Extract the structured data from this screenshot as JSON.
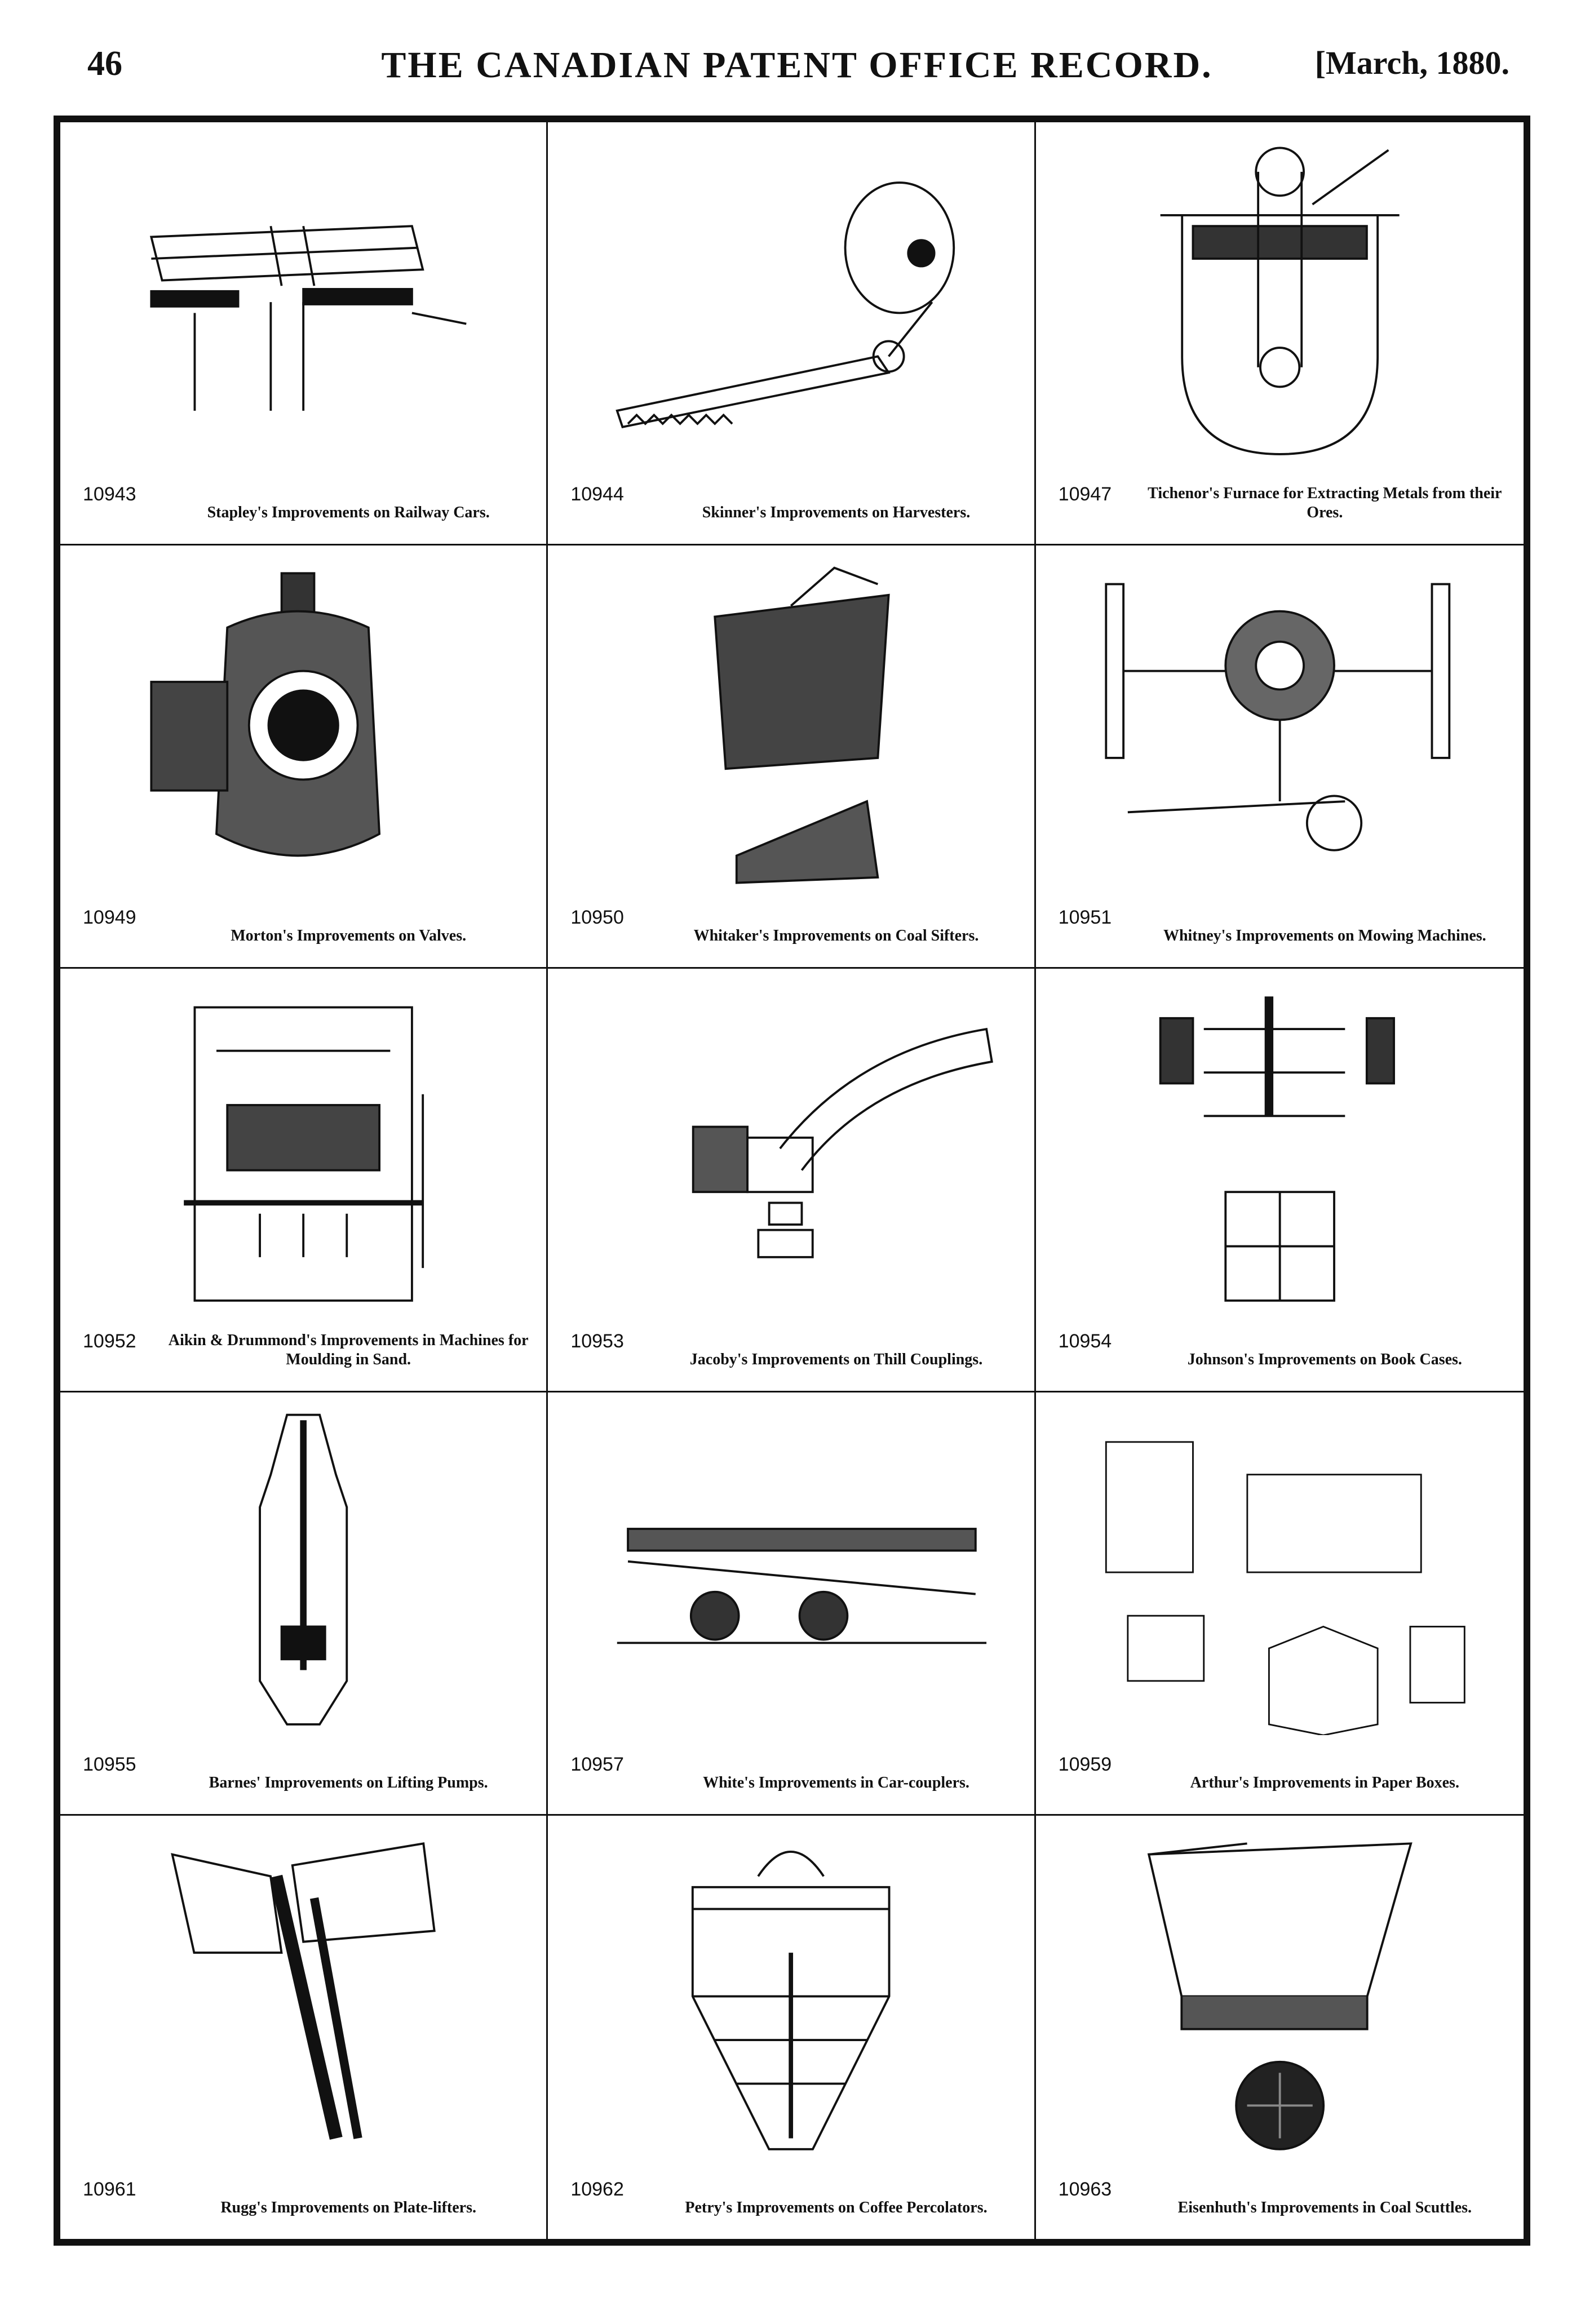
{
  "header": {
    "page_number": "46",
    "title": "THE CANADIAN PATENT OFFICE RECORD.",
    "date": "[March, 1880."
  },
  "patents": [
    {
      "number": "10943",
      "caption": "Stapley's Improvements on Railway Cars.",
      "icon": "railway-car-drawing"
    },
    {
      "number": "10944",
      "caption": "Skinner's Improvements on Harvesters.",
      "icon": "harvester-drawing"
    },
    {
      "number": "10947",
      "caption": "Tichenor's Furnace for Extracting Metals from their Ores.",
      "icon": "furnace-drawing"
    },
    {
      "number": "10949",
      "caption": "Morton's Improvements on Valves.",
      "icon": "valve-drawing"
    },
    {
      "number": "10950",
      "caption": "Whitaker's Improvements on Coal Sifters.",
      "icon": "coal-sifter-drawing"
    },
    {
      "number": "10951",
      "caption": "Whitney's Improvements on Mowing Machines.",
      "icon": "mowing-machine-drawing"
    },
    {
      "number": "10952",
      "caption": "Aikin & Drummond's Improvements in Machines for Moulding in Sand.",
      "icon": "moulding-machine-drawing"
    },
    {
      "number": "10953",
      "caption": "Jacoby's Improvements on Thill Couplings.",
      "icon": "thill-coupling-drawing"
    },
    {
      "number": "10954",
      "caption": "Johnson's Improvements on Book Cases.",
      "icon": "book-case-drawing"
    },
    {
      "number": "10955",
      "caption": "Barnes' Improvements on Lifting Pumps.",
      "icon": "lifting-pump-drawing"
    },
    {
      "number": "10957",
      "caption": "White's Improvements in Car-couplers.",
      "icon": "car-coupler-drawing"
    },
    {
      "number": "10959",
      "caption": "Arthur's Improvements in Paper Boxes.",
      "icon": "paper-box-drawing"
    },
    {
      "number": "10961",
      "caption": "Rugg's Improvements on Plate-lifters.",
      "icon": "plate-lifter-drawing"
    },
    {
      "number": "10962",
      "caption": "Petry's Improvements on Coffee Percolators.",
      "icon": "coffee-percolator-drawing"
    },
    {
      "number": "10963",
      "caption": "Eisenhuth's Improvements in Coal Scuttles.",
      "icon": "coal-scuttle-drawing"
    }
  ]
}
